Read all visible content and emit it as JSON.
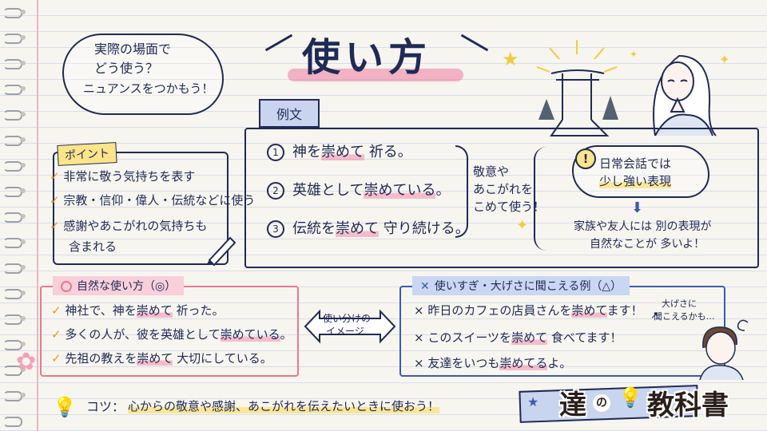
{
  "title": "使い方",
  "cloud": {
    "line1": "実際の場面で",
    "line2": "どう使う？",
    "line3": "ニュアンスをつかもう！"
  },
  "points": {
    "label": "ポイント",
    "items": [
      "非常に敬う気持ちを表す",
      "宗教・信仰・偉人・伝統などに使う",
      "感謝やあこがれの気持ちも",
      "含まれる"
    ]
  },
  "examples": {
    "label": "例文",
    "items": [
      {
        "num": "1",
        "pre": "神を",
        "mark": "崇めて",
        "post": " 祈る。"
      },
      {
        "num": "2",
        "pre": "英雄として",
        "mark": "崇めている",
        "post": "。"
      },
      {
        "num": "3",
        "pre": "伝統を",
        "mark": "崇めて",
        "post": " 守り続ける。"
      }
    ],
    "note1": "敬意や",
    "note2": "あこがれを",
    "note3": "こめて使う！"
  },
  "warning": {
    "icon_label": "!",
    "line1": "日常会話では",
    "line2": "少し強い表現",
    "sub1": "家族や友人には 別の表現が",
    "sub2": "自然なことが 多いよ！"
  },
  "natural": {
    "label": "自然な使い方（◎）",
    "items": [
      {
        "pre": "神社で、神を",
        "mark": "崇めて",
        "post": " 祈った。"
      },
      {
        "pre": "多くの人が、彼を英雄として",
        "mark": "崇めている",
        "post": "。"
      },
      {
        "pre": "先祖の教えを",
        "mark": "崇めて",
        "post": " 大切にしている。"
      }
    ]
  },
  "arrow": {
    "line1": "使い分けの",
    "line2": "イメージ"
  },
  "overuse": {
    "label": "使いすぎ・大げさに聞こえる例（△）",
    "items": [
      {
        "pre": "昨日のカフェの店員さんを",
        "mark": "崇めて",
        "post": "ます！"
      },
      {
        "pre": "このスイーツを",
        "mark": "崇めて",
        "post": " 食べてます！"
      },
      {
        "pre": "友達をいつも",
        "mark": "崇めてる",
        "post": "よ。"
      }
    ],
    "aside1": "大げさに",
    "aside2": "聞こえるかも…"
  },
  "tip": {
    "label": "コツ：",
    "text": "心からの敬意や感謝、あこがれを伝えたいときに使おう！"
  },
  "logo": {
    "left": "達",
    "middle": "の",
    "right": "教科書"
  },
  "colors": {
    "ink": "#1f2a55",
    "pink": "#e87890",
    "blue": "#3c5ab0",
    "yellow": "#fbe48a",
    "check": "#e49a2a"
  }
}
